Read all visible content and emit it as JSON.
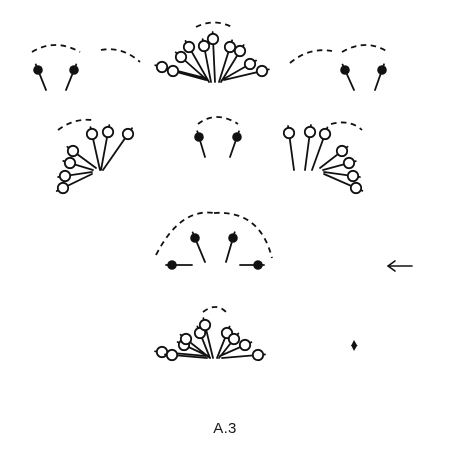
{
  "diagram": {
    "caption": "A.3",
    "legend_symbols": [
      "arrow-left-icon",
      "star-icon"
    ],
    "symbol_types": [
      "chain-stitch-arc",
      "treble-crochet",
      "double-crochet"
    ],
    "colors": {
      "ink": "#111111",
      "background": "#ffffff"
    }
  }
}
